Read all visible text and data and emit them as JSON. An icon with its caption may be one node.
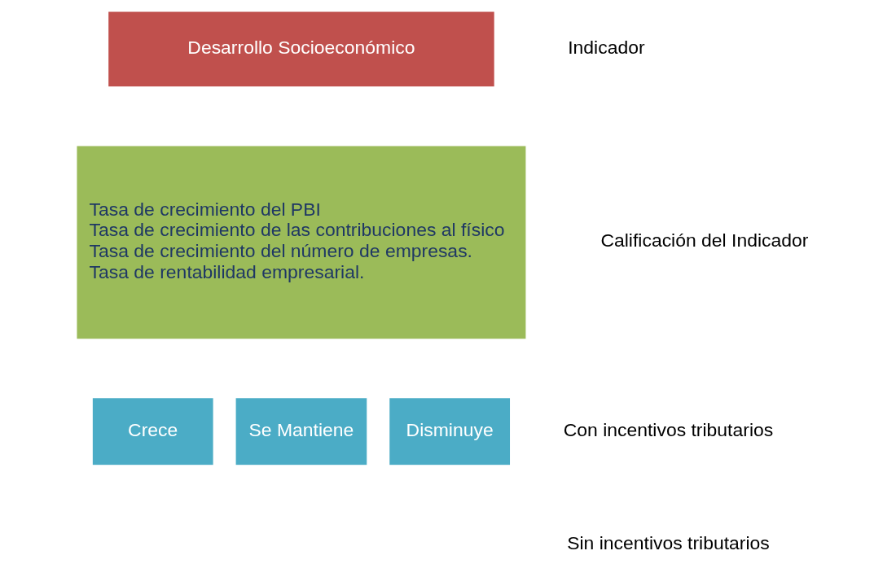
{
  "diagram": {
    "nodes": [
      {
        "text": [
          "Desarrollo Socioeconómico"
        ]
      },
      {
        "text": [
          "Tasa de crecimiento del PBI",
          "Tasa de crecimiento de las contribuciones al físico",
          "Tasa de crecimiento del número de empresas.",
          "Tasa de rentabilidad empresarial."
        ]
      },
      {
        "text": [
          "Crece"
        ]
      },
      {
        "text": [
          "Se Mantiene"
        ]
      },
      {
        "text": [
          "Disminuye"
        ]
      }
    ],
    "labels": [
      "Indicador",
      "Calificación del Indicador",
      "Con incentivos tributarios",
      "Sin incentivos tributarios"
    ]
  }
}
